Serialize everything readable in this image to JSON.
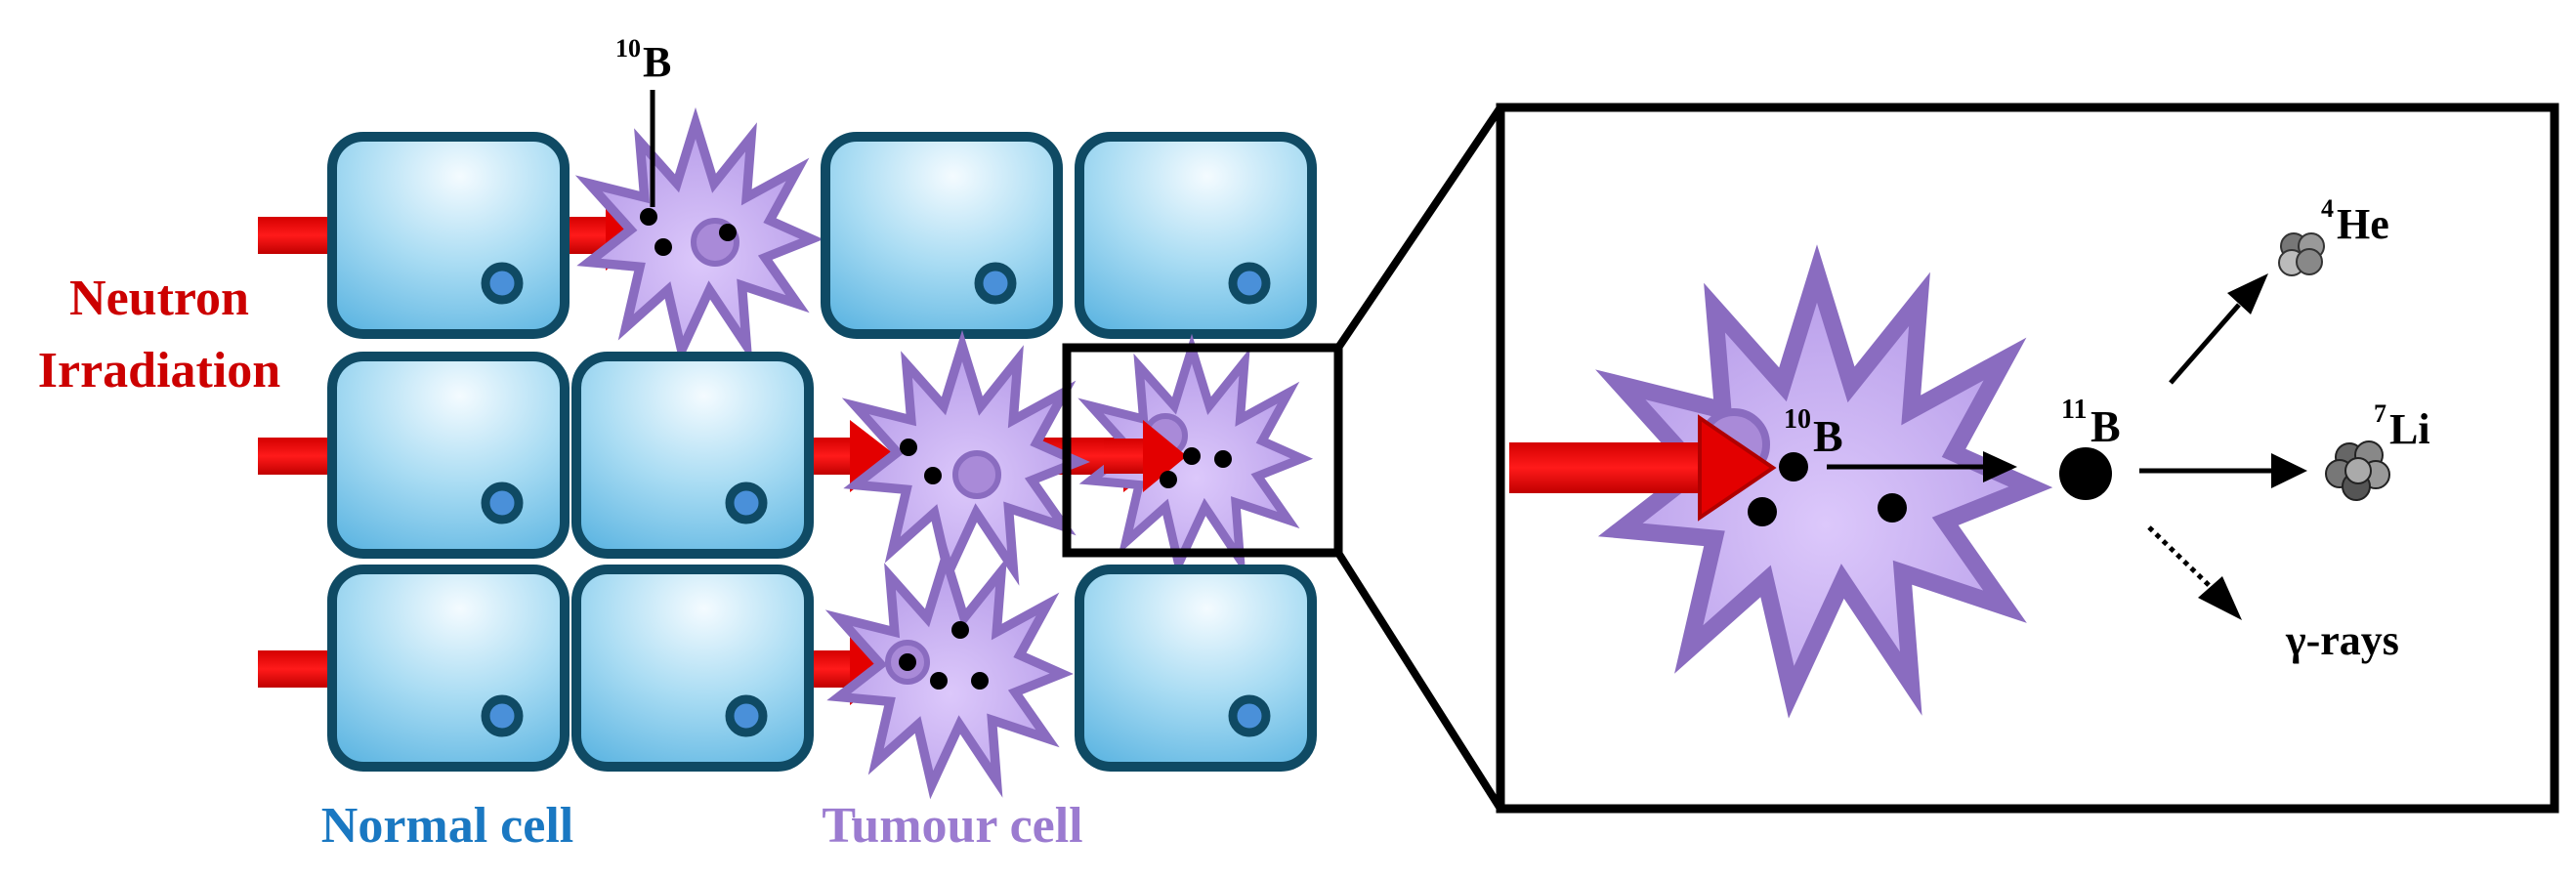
{
  "labels": {
    "neutron_line1": "Neutron",
    "neutron_line2": "Irradiation",
    "normal_cell": "Normal cell",
    "tumour_cell": "Tumour cell",
    "boron10_top_mass": "10",
    "boron10_top_symbol": "B",
    "boron10_zoom_mass": "10",
    "boron10_zoom_symbol": "B",
    "boron11_mass": "11",
    "boron11_symbol": "B",
    "helium_mass": "4",
    "helium_symbol": "He",
    "lithium_mass": "7",
    "lithium_symbol": "Li",
    "gamma": "γ-rays"
  },
  "colors": {
    "neutron_red": "#cc0000",
    "arrow_red": "#e30000",
    "normal_cell_fill": "#7ec8ea",
    "normal_cell_stroke": "#0f4a64",
    "nucleus_fill": "#4a90d9",
    "tumour_fill": "#c3a8ec",
    "tumour_stroke": "#8a6cc0",
    "normal_label": "#1a78c2",
    "tumour_label": "#9b7bd0",
    "text_dark": "#000000"
  }
}
